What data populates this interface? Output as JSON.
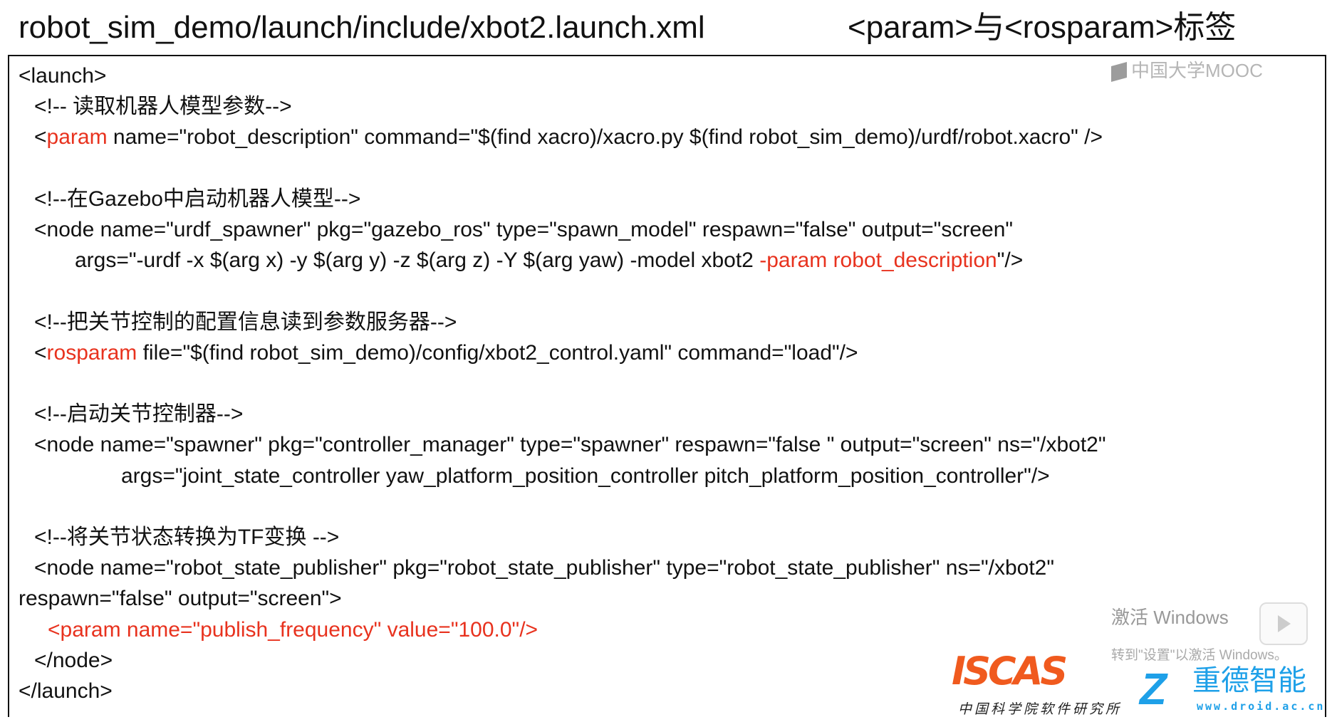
{
  "header": {
    "file_path": "robot_sim_demo/launch/include/xbot2.launch.xml",
    "topic": "<param>与<rosparam>标签"
  },
  "watermarks": {
    "mooc": "中国大学MOOC",
    "windows_activate": "激活 Windows",
    "windows_activate_hint": "转到\"设置\"以激活 Windows。",
    "iscas": "ISCAS",
    "iscas_cn": "中国科学院软件研究所",
    "droid_name": "重德智能",
    "droid_url": "www.droid.ac.cn"
  },
  "colors": {
    "highlight": "#e8321e",
    "text": "#111111"
  },
  "code": {
    "lines": [
      {
        "indent": 0,
        "segs": [
          {
            "text": "<launch>",
            "c": "blk"
          }
        ]
      },
      {
        "indent": 1,
        "segs": [
          {
            "text": "<!-- 读取机器人模型参数-->",
            "c": "blk"
          }
        ]
      },
      {
        "indent": 1,
        "segs": [
          {
            "text": "<",
            "c": "blk"
          },
          {
            "text": "param",
            "c": "red"
          },
          {
            "text": " name=\"robot_description\" command=\"$(find xacro)/xacro.py $(find robot_sim_demo)/urdf/robot.xacro\" />",
            "c": "blk"
          }
        ]
      },
      {
        "indent": 0,
        "segs": []
      },
      {
        "indent": 1,
        "segs": [
          {
            "text": "<!--在Gazebo中启动机器人模型-->",
            "c": "blk"
          }
        ]
      },
      {
        "indent": 1,
        "segs": [
          {
            "text": "<node name=\"urdf_spawner\" pkg=\"gazebo_ros\" type=\"spawn_model\" respawn=\"false\" output=\"screen\"",
            "c": "blk"
          }
        ]
      },
      {
        "indent": 2,
        "segs": [
          {
            "text": "args=\"-urdf -x $(arg x) -y $(arg y) -z $(arg z) -Y $(arg yaw) -model xbot2 ",
            "c": "blk"
          },
          {
            "text": "-param robot_description",
            "c": "red"
          },
          {
            "text": "\"/>",
            "c": "blk"
          }
        ]
      },
      {
        "indent": 0,
        "segs": []
      },
      {
        "indent": 1,
        "segs": [
          {
            "text": "<!--把关节控制的配置信息读到参数服务器-->",
            "c": "blk"
          }
        ]
      },
      {
        "indent": 1,
        "segs": [
          {
            "text": "<",
            "c": "blk"
          },
          {
            "text": "rosparam",
            "c": "red"
          },
          {
            "text": " file=\"$(find robot_sim_demo)/config/xbot2_control.yaml\" command=\"load\"/>",
            "c": "blk"
          }
        ]
      },
      {
        "indent": 0,
        "segs": []
      },
      {
        "indent": 1,
        "segs": [
          {
            "text": "<!--启动关节控制器-->",
            "c": "blk"
          }
        ]
      },
      {
        "indent": 1,
        "segs": [
          {
            "text": "<node name=\"spawner\" pkg=\"controller_manager\" type=\"spawner\" respawn=\"false  \" output=\"screen\" ns=\"/xbot2\"",
            "c": "blk"
          }
        ]
      },
      {
        "indent": 3,
        "segs": [
          {
            "text": "args=\"joint_state_controller yaw_platform_position_controller pitch_platform_position_controller\"/>",
            "c": "blk"
          }
        ]
      },
      {
        "indent": 0,
        "segs": []
      },
      {
        "indent": 1,
        "segs": [
          {
            "text": "<!--将关节状态转换为TF变换 -->",
            "c": "blk"
          }
        ]
      },
      {
        "indent": 1,
        "segs": [
          {
            "text": "<node name=\"robot_state_publisher\" pkg=\"robot_state_publisher\" type=\"robot_state_publisher\" ns=\"/xbot2\"",
            "c": "blk"
          }
        ]
      },
      {
        "indent": 0,
        "segs": [
          {
            "text": "respawn=\"false\" output=\"screen\">",
            "c": "blk"
          }
        ]
      },
      {
        "indent": 4,
        "segs": [
          {
            "text": "<param name=\"publish_frequency\" value=\"100.0\"/>",
            "c": "red"
          }
        ]
      },
      {
        "indent": 1,
        "segs": [
          {
            "text": "</node>",
            "c": "blk"
          }
        ]
      },
      {
        "indent": 0,
        "segs": [
          {
            "text": "</launch>",
            "c": "blk"
          }
        ]
      }
    ]
  }
}
